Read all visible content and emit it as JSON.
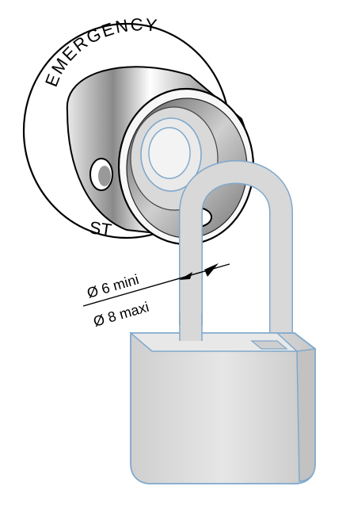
{
  "illustration": {
    "ring_text_top": "EMERGENCY",
    "ring_text_bottom": "ST",
    "dimension_min": "Ø 6 mini",
    "dimension_max": "Ø 8 maxi"
  },
  "colors": {
    "padlock_fill": "#d6d6d6",
    "padlock_outline": "#7fa8cc",
    "metal_dark": "#5a5a5a",
    "metal_light": "#f2f2f2",
    "line": "#000000"
  }
}
